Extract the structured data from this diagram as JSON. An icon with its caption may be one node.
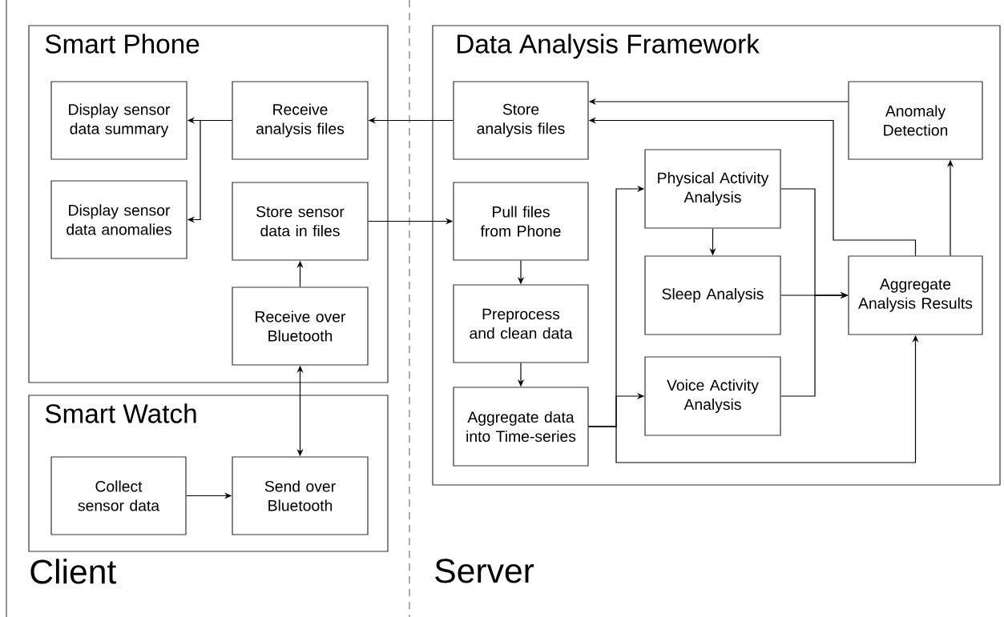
{
  "diagram": {
    "nodes": [
      {
        "text": [
          "Smart Phone"
        ]
      },
      {
        "text": [
          "Display sensor data summary"
        ],
        "in": 0
      },
      {
        "text": [
          "Receive analysis files"
        ],
        "in": 0
      },
      {
        "text": [
          "Display sensor data anomalies"
        ],
        "in": 0
      },
      {
        "text": [
          "Store sensor data in files"
        ],
        "in": 0
      },
      {
        "text": [
          "Receive over Bluetooth"
        ],
        "in": 0
      },
      {
        "text": [
          "Smart Watch"
        ]
      },
      {
        "text": [
          "Collect sensor data"
        ],
        "in": 6
      },
      {
        "text": [
          "Send over Bluetooth"
        ],
        "in": 6
      },
      {
        "text": [
          "Data Analysis Framework"
        ]
      },
      {
        "text": [
          "Store analysis files"
        ],
        "in": 9
      },
      {
        "text": [
          "Anomaly Detection"
        ],
        "in": 9
      },
      {
        "text": [
          "Pull files from Phone"
        ],
        "in": 9
      },
      {
        "text": [
          "Physical Activity Analysis"
        ],
        "in": 9
      },
      {
        "text": [
          "Preprocess and clean data"
        ],
        "in": 9
      },
      {
        "text": [
          "Sleep Analysis"
        ],
        "in": 9
      },
      {
        "text": [
          "Aggregate Analysis Results"
        ],
        "in": 9
      },
      {
        "text": [
          "Aggregate data into Time-series"
        ],
        "in": 9
      },
      {
        "text": [
          "Voice Activity Analysis"
        ],
        "in": 9
      }
    ],
    "edges": [
      {
        "from": 2,
        "to": 1,
        "arrow": "to"
      },
      {
        "from": 2,
        "to": 3,
        "arrow": "to"
      },
      {
        "from": 10,
        "to": 2,
        "arrow": "to"
      },
      {
        "from": 4,
        "to": 12,
        "arrow": "to"
      },
      {
        "from": 5,
        "to": 4,
        "arrow": "to"
      },
      {
        "from": 8,
        "to": 5,
        "arrow": "both"
      },
      {
        "from": 7,
        "to": 8,
        "arrow": "to"
      },
      {
        "from": 11,
        "to": 10,
        "arrow": "to"
      },
      {
        "from": 16,
        "to": 10,
        "arrow": "to"
      },
      {
        "from": 16,
        "to": 11,
        "arrow": "to"
      },
      {
        "from": 12,
        "to": 14,
        "arrow": "to"
      },
      {
        "from": 14,
        "to": 17,
        "arrow": "to"
      },
      {
        "from": 17,
        "to": 13,
        "arrow": "to"
      },
      {
        "from": 17,
        "to": 18,
        "arrow": "to"
      },
      {
        "from": 17,
        "to": 16,
        "arrow": "to"
      },
      {
        "from": 13,
        "to": 15,
        "arrow": "to"
      },
      {
        "from": 13,
        "to": 16,
        "arrow": "to"
      },
      {
        "from": 15,
        "to": 16,
        "arrow": "to"
      },
      {
        "from": 18,
        "to": 16,
        "arrow": "to"
      }
    ],
    "labels": [
      "Client",
      "Server"
    ]
  }
}
